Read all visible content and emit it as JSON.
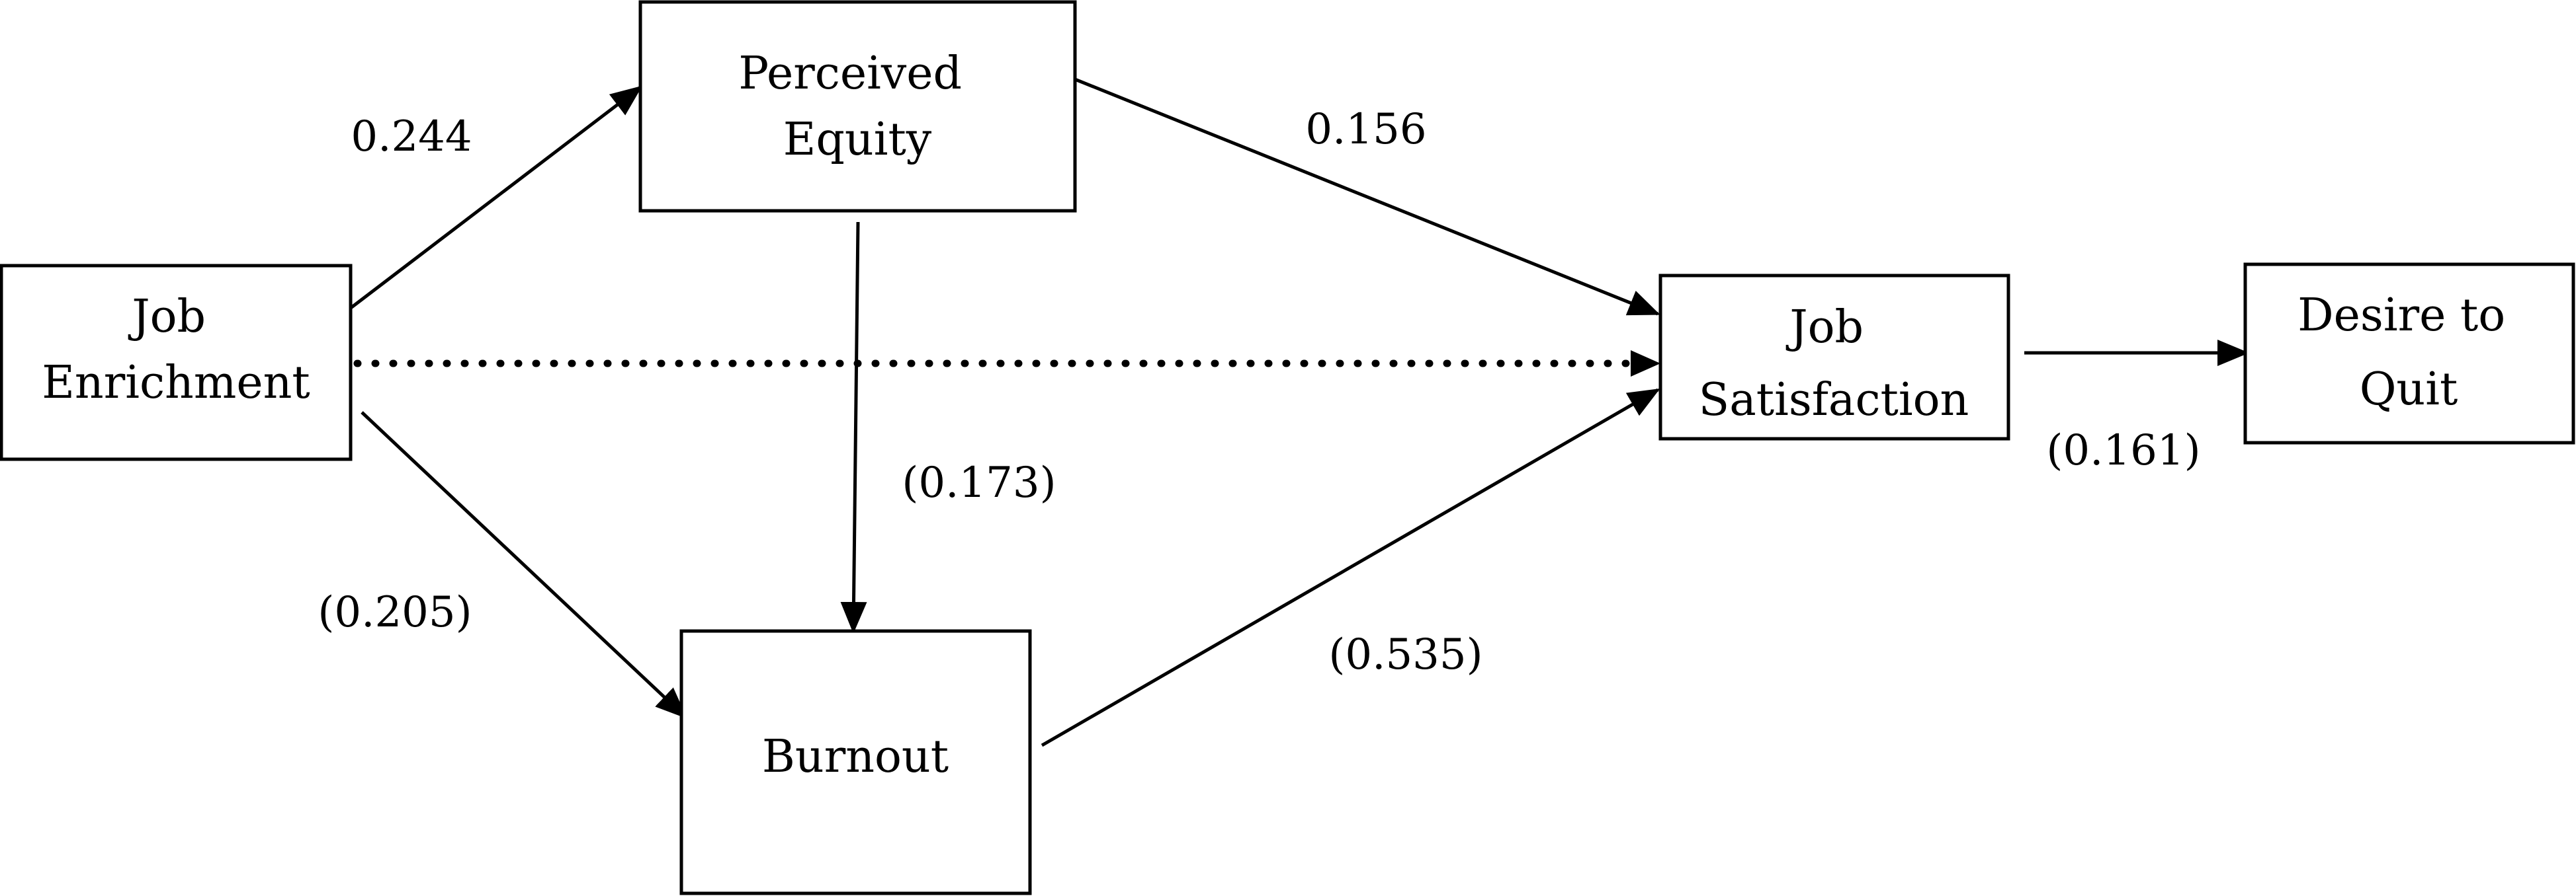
{
  "nodes": {
    "job_enrichment": {
      "lines": [
        "Job",
        "Enrichment"
      ]
    },
    "perceived_equity": {
      "lines": [
        "Perceived",
        "Equity"
      ]
    },
    "burnout": {
      "lines": [
        "Burnout"
      ]
    },
    "job_satisfaction": {
      "lines": [
        "Job",
        "Satisfaction"
      ]
    },
    "desire_to_quit": {
      "lines": [
        "Desire to",
        "Quit"
      ]
    }
  },
  "edges": {
    "je_pe": {
      "from": "Job Enrichment",
      "to": "Perceived Equity",
      "label": "0.244",
      "style": "solid"
    },
    "pe_js": {
      "from": "Perceived Equity",
      "to": "Job Satisfaction",
      "label": "0.156",
      "style": "solid"
    },
    "pe_bo": {
      "from": "Perceived Equity",
      "to": "Burnout",
      "label": "(0.173)",
      "style": "solid"
    },
    "je_bo": {
      "from": "Job Enrichment",
      "to": "Burnout",
      "label": "(0.205)",
      "style": "solid"
    },
    "bo_js": {
      "from": "Burnout",
      "to": "Job Satisfaction",
      "label": "(0.535)",
      "style": "solid"
    },
    "js_dq": {
      "from": "Job Satisfaction",
      "to": "Desire to Quit",
      "label": "(0.161)",
      "style": "solid"
    },
    "je_js": {
      "from": "Job Enrichment",
      "to": "Job Satisfaction",
      "label": "",
      "style": "dotted"
    }
  }
}
